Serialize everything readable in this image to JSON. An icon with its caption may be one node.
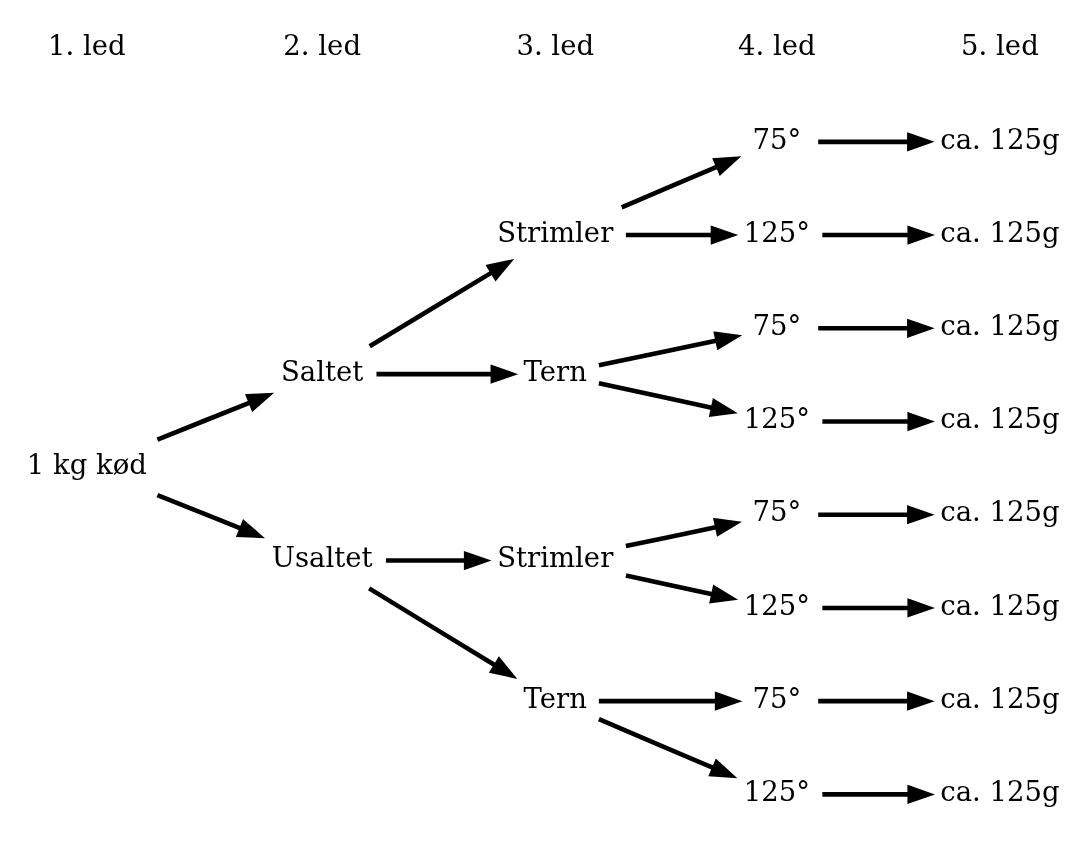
{
  "diagram": {
    "nodes": [
      {
        "text": [
          "1 kg kød"
        ]
      },
      {
        "text": [
          "Saltet"
        ]
      },
      {
        "text": [
          "Usaltet"
        ]
      },
      {
        "text": [
          "Strimler"
        ]
      },
      {
        "text": [
          "Tern"
        ]
      },
      {
        "text": [
          "Strimler"
        ]
      },
      {
        "text": [
          "Tern"
        ]
      },
      {
        "text": [
          "75°"
        ]
      },
      {
        "text": [
          "125°"
        ]
      },
      {
        "text": [
          "75°"
        ]
      },
      {
        "text": [
          "125°"
        ]
      },
      {
        "text": [
          "75°"
        ]
      },
      {
        "text": [
          "125°"
        ]
      },
      {
        "text": [
          "75°"
        ]
      },
      {
        "text": [
          "125°"
        ]
      },
      {
        "text": [
          "ca. 125g"
        ]
      },
      {
        "text": [
          "ca. 125g"
        ]
      },
      {
        "text": [
          "ca. 125g"
        ]
      },
      {
        "text": [
          "ca. 125g"
        ]
      },
      {
        "text": [
          "ca. 125g"
        ]
      },
      {
        "text": [
          "ca. 125g"
        ]
      },
      {
        "text": [
          "ca. 125g"
        ]
      },
      {
        "text": [
          "ca. 125g"
        ]
      }
    ],
    "edges": [
      {
        "from": 0,
        "to": 1,
        "arrow": "to"
      },
      {
        "from": 0,
        "to": 2,
        "arrow": "to"
      },
      {
        "from": 1,
        "to": 3,
        "arrow": "to"
      },
      {
        "from": 1,
        "to": 4,
        "arrow": "to"
      },
      {
        "from": 2,
        "to": 5,
        "arrow": "to"
      },
      {
        "from": 2,
        "to": 6,
        "arrow": "to"
      },
      {
        "from": 3,
        "to": 7,
        "arrow": "to"
      },
      {
        "from": 3,
        "to": 8,
        "arrow": "to"
      },
      {
        "from": 4,
        "to": 9,
        "arrow": "to"
      },
      {
        "from": 4,
        "to": 10,
        "arrow": "to"
      },
      {
        "from": 5,
        "to": 11,
        "arrow": "to"
      },
      {
        "from": 5,
        "to": 12,
        "arrow": "to"
      },
      {
        "from": 6,
        "to": 13,
        "arrow": "to"
      },
      {
        "from": 6,
        "to": 14,
        "arrow": "to"
      },
      {
        "from": 7,
        "to": 15,
        "arrow": "to"
      },
      {
        "from": 8,
        "to": 16,
        "arrow": "to"
      },
      {
        "from": 9,
        "to": 17,
        "arrow": "to"
      },
      {
        "from": 10,
        "to": 18,
        "arrow": "to"
      },
      {
        "from": 11,
        "to": 19,
        "arrow": "to"
      },
      {
        "from": 12,
        "to": 20,
        "arrow": "to"
      },
      {
        "from": 13,
        "to": 21,
        "arrow": "to"
      },
      {
        "from": 14,
        "to": 22,
        "arrow": "to"
      }
    ],
    "labels": [
      "1. led",
      "2. led",
      "3. led",
      "4. led",
      "5. led"
    ]
  }
}
